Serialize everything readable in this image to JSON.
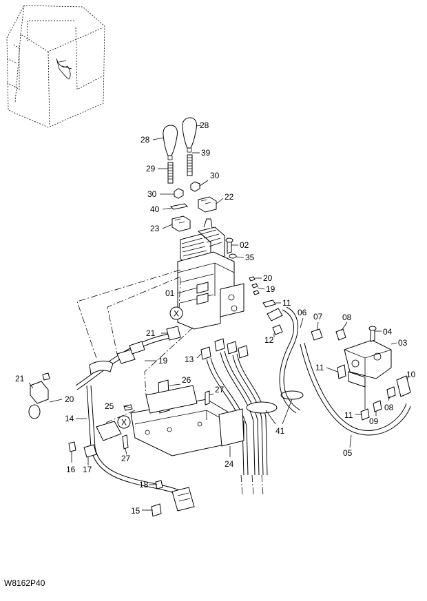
{
  "diagram": {
    "code": "W8162P40",
    "detail_marker": "X",
    "callouts": [
      {
        "id": "c28a",
        "text": "28"
      },
      {
        "id": "c28b",
        "text": "28"
      },
      {
        "id": "c39",
        "text": "39"
      },
      {
        "id": "c29",
        "text": "29"
      },
      {
        "id": "c30a",
        "text": "30"
      },
      {
        "id": "c30b",
        "text": "30"
      },
      {
        "id": "c22",
        "text": "22"
      },
      {
        "id": "c40",
        "text": "40"
      },
      {
        "id": "c23",
        "text": "23"
      },
      {
        "id": "c02",
        "text": "02"
      },
      {
        "id": "c35",
        "text": "35"
      },
      {
        "id": "c20a",
        "text": "20"
      },
      {
        "id": "c19a",
        "text": "19"
      },
      {
        "id": "c01",
        "text": "01"
      },
      {
        "id": "c11a",
        "text": "11"
      },
      {
        "id": "c06",
        "text": "06"
      },
      {
        "id": "c07",
        "text": "07"
      },
      {
        "id": "c08a",
        "text": "08"
      },
      {
        "id": "c04",
        "text": "04"
      },
      {
        "id": "c12",
        "text": "12"
      },
      {
        "id": "c03",
        "text": "03"
      },
      {
        "id": "c21a",
        "text": "21"
      },
      {
        "id": "c19b",
        "text": "19"
      },
      {
        "id": "c13",
        "text": "13"
      },
      {
        "id": "c11b",
        "text": "11"
      },
      {
        "id": "c10",
        "text": "10"
      },
      {
        "id": "c21b",
        "text": "21"
      },
      {
        "id": "c20b",
        "text": "20"
      },
      {
        "id": "c26",
        "text": "26"
      },
      {
        "id": "c27a",
        "text": "27"
      },
      {
        "id": "c25",
        "text": "25"
      },
      {
        "id": "c08b",
        "text": "08"
      },
      {
        "id": "c11c",
        "text": "11"
      },
      {
        "id": "c09",
        "text": "09"
      },
      {
        "id": "c14",
        "text": "14"
      },
      {
        "id": "c41",
        "text": "41"
      },
      {
        "id": "c05",
        "text": "05"
      },
      {
        "id": "c16",
        "text": "16"
      },
      {
        "id": "c17",
        "text": "17"
      },
      {
        "id": "c27b",
        "text": "27"
      },
      {
        "id": "c24",
        "text": "24"
      },
      {
        "id": "c18",
        "text": "18"
      },
      {
        "id": "c15",
        "text": "15"
      }
    ]
  }
}
